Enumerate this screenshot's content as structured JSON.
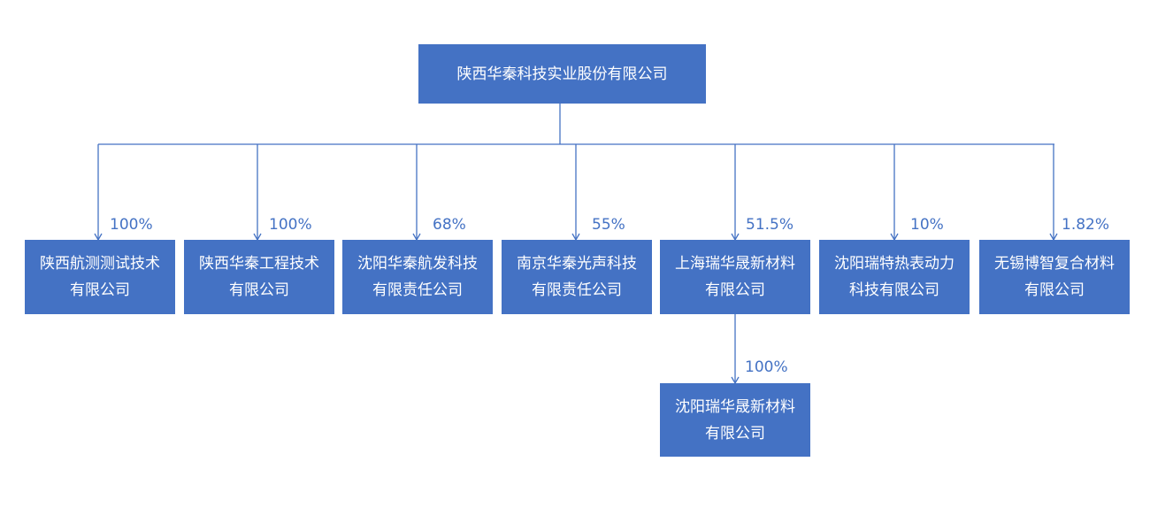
{
  "colors": {
    "node_fill": "#4472c4",
    "node_text": "#ffffff",
    "line": "#4472c4",
    "label": "#4472c4"
  },
  "root": {
    "name": "陕西华秦科技实业股份有限公司"
  },
  "children": [
    {
      "line1": "陕西航测测试技术",
      "line2": "有限公司",
      "share": "100%"
    },
    {
      "line1": "陕西华秦工程技术",
      "line2": "有限公司",
      "share": "100%"
    },
    {
      "line1": "沈阳华秦航发科技",
      "line2": "有限责任公司",
      "share": "68%"
    },
    {
      "line1": "南京华秦光声科技",
      "line2": "有限责任公司",
      "share": "55%"
    },
    {
      "line1": "上海瑞华晟新材料",
      "line2": "有限公司",
      "share": "51.5%"
    },
    {
      "line1": "沈阳瑞特热表动力",
      "line2": "科技有限公司",
      "share": "10%"
    },
    {
      "line1": "无锡博智复合材料",
      "line2": "有限公司",
      "share": "1.82%"
    }
  ],
  "grandchild": {
    "line1": "沈阳瑞华晟新材料",
    "line2": "有限公司",
    "share": "100%"
  }
}
